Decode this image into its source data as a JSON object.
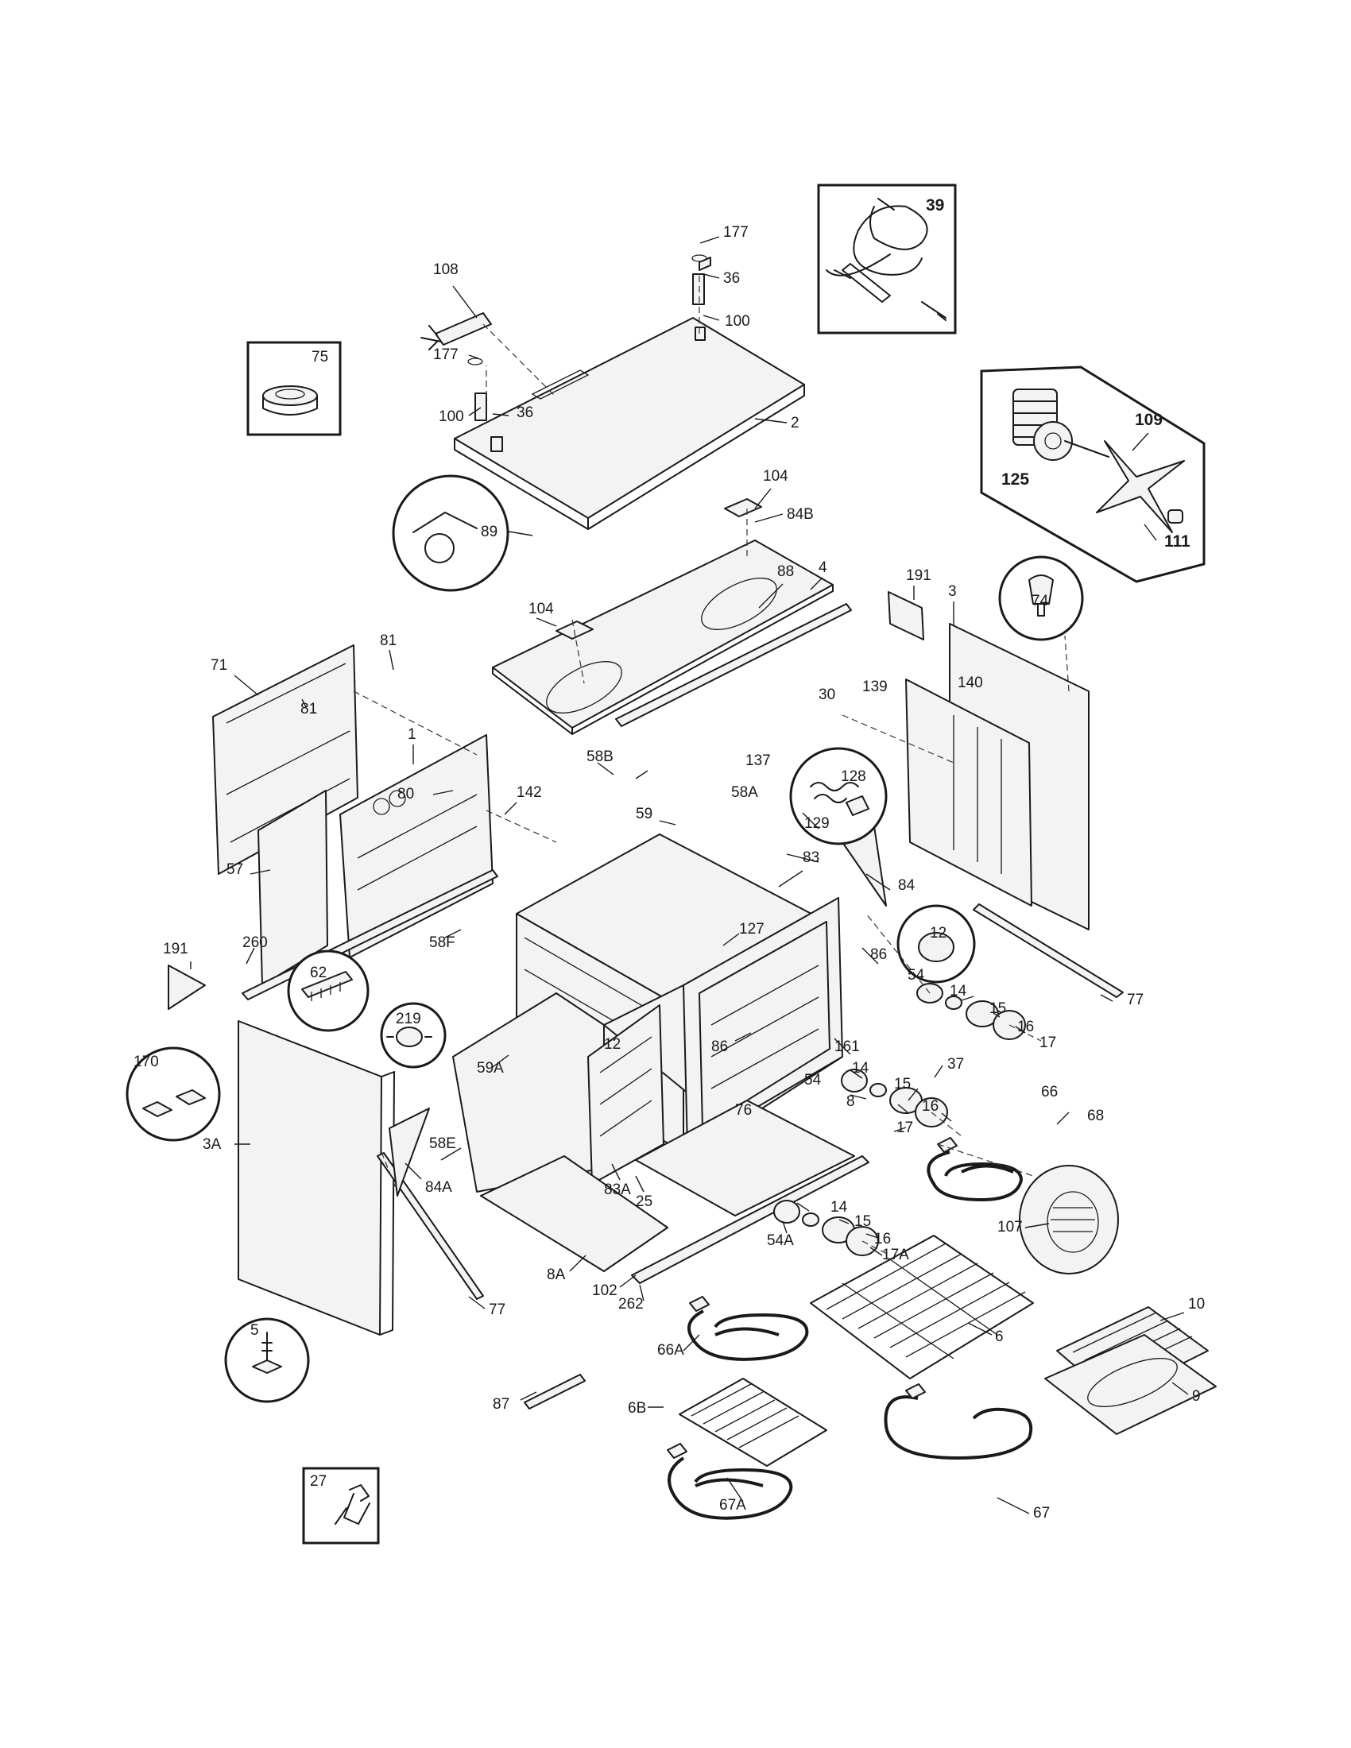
{
  "labels": {
    "l39": "39",
    "l177a": "177",
    "l36a": "36",
    "l100a": "100",
    "l108": "108",
    "l75": "75",
    "l177b": "177",
    "l100b": "100",
    "l36b": "36",
    "l2": "2",
    "l109": "109",
    "l125": "125",
    "l111": "111",
    "l104a": "104",
    "l84b": "84B",
    "l89": "89",
    "l88": "88",
    "l4": "4",
    "l104b": "104",
    "l191a": "191",
    "l3": "3",
    "l74": "74",
    "l71": "71",
    "l81a": "81",
    "l81b": "81",
    "l1": "1",
    "l80": "80",
    "l142": "142",
    "l58b": "58B",
    "l137": "137",
    "l128": "128",
    "l129": "129",
    "l30": "30",
    "l139": "139",
    "l140": "140",
    "l59": "59",
    "l58a": "58A",
    "l57": "57",
    "l83": "83",
    "l84": "84",
    "l12a": "12",
    "l191b": "191",
    "l260": "260",
    "l58f": "58F",
    "l127": "127",
    "l86a": "86",
    "l62": "62",
    "l54a": "54",
    "l14a": "14",
    "l15a": "15",
    "l16a": "16",
    "l17a": "17",
    "l77a": "77",
    "l219": "219",
    "l12b": "12",
    "l86b": "86",
    "l161": "161",
    "l37": "37",
    "l170": "170",
    "l59a": "59A",
    "l54b": "54",
    "l14b": "14",
    "l15b": "15",
    "l66": "66",
    "l68": "68",
    "l8": "8",
    "l76": "76",
    "l16b": "16",
    "l17b": "17",
    "l3a": "3A",
    "l58e": "58E",
    "l84a": "84A",
    "l83a": "83A",
    "l25": "25",
    "l107": "107",
    "l14c": "14",
    "l15c": "15",
    "l54a2": "54A",
    "l16c": "16",
    "l17a2": "17A",
    "l8a": "8A",
    "l102": "102",
    "l77b": "77",
    "l262": "262",
    "l10": "10",
    "l5": "5",
    "l6": "6",
    "l66a": "66A",
    "l9": "9",
    "l87": "87",
    "l6b": "6B",
    "l27": "27",
    "l67a": "67A",
    "l67": "67"
  }
}
